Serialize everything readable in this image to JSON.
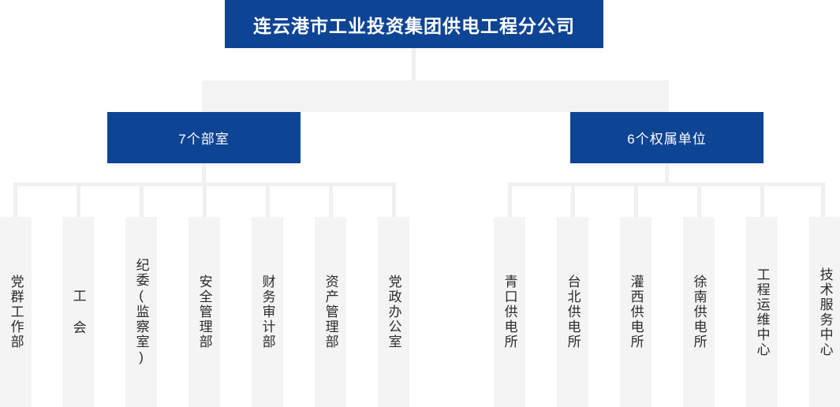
{
  "colors": {
    "brand_blue": "#0e4494",
    "leaf_fill": "#f4f4f4",
    "connector": "#f0f0f0",
    "band_fill": "#f3f3f3",
    "text_dark": "#2b2b2b",
    "text_light": "#ffffff"
  },
  "root": {
    "title": "连云港市工业投资集团供电工程分公司"
  },
  "groups": [
    {
      "id": "departments",
      "label": "7个部室"
    },
    {
      "id": "subsidiaries",
      "label": "6个权属单位"
    }
  ],
  "departments": {
    "group_label": "7个部室",
    "count": 7,
    "items": [
      {
        "label": "党群工作部"
      },
      {
        "label": "工 会"
      },
      {
        "label": "纪委(监察室)"
      },
      {
        "label": "安全管理部"
      },
      {
        "label": "财务审计部"
      },
      {
        "label": "资产管理部"
      },
      {
        "label": "党政办公室"
      }
    ]
  },
  "subsidiaries": {
    "group_label": "6个权属单位",
    "count": 6,
    "items": [
      {
        "label": "青口供电所"
      },
      {
        "label": "台北供电所"
      },
      {
        "label": "灌西供电所"
      },
      {
        "label": "徐南供电所"
      },
      {
        "label": "工程运维中心"
      },
      {
        "label": "技术服务中心"
      }
    ]
  }
}
